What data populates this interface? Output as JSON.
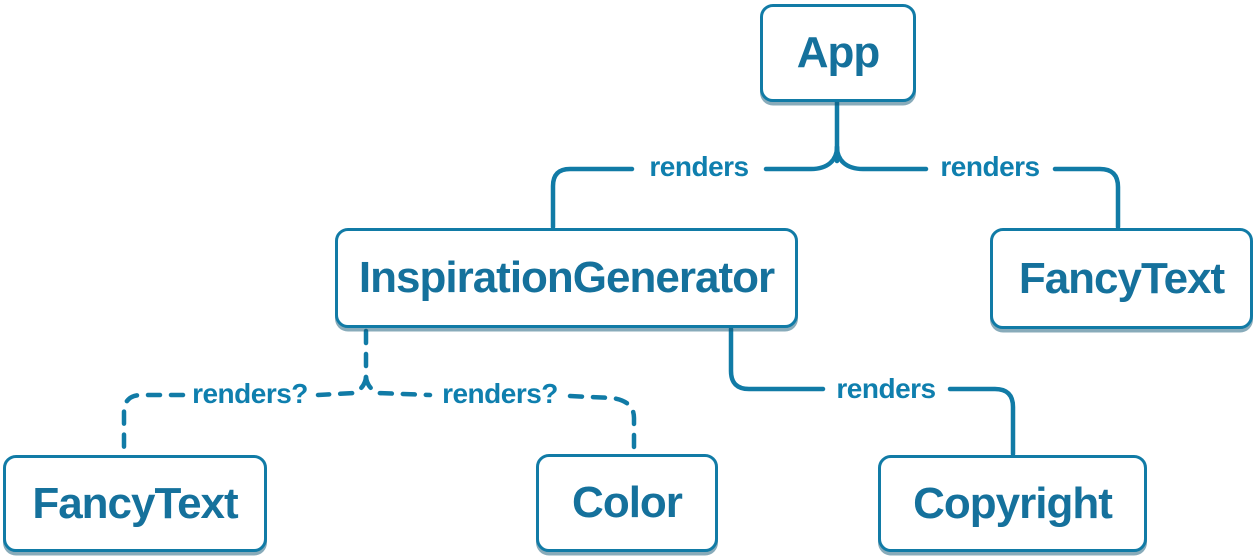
{
  "diagram_type": "component-render-tree",
  "nodes": [
    {
      "id": "app",
      "label": "App"
    },
    {
      "id": "inspiration-generator",
      "label": "InspirationGenerator"
    },
    {
      "id": "fancy-text-top",
      "label": "FancyText"
    },
    {
      "id": "fancy-text-bottom",
      "label": "FancyText"
    },
    {
      "id": "color",
      "label": "Color"
    },
    {
      "id": "copyright",
      "label": "Copyright"
    }
  ],
  "edges": [
    {
      "from": "App",
      "to": "InspirationGenerator",
      "label": "renders",
      "style": "solid"
    },
    {
      "from": "App",
      "to": "FancyText",
      "label": "renders",
      "style": "solid"
    },
    {
      "from": "InspirationGenerator",
      "to": "FancyText",
      "label": "renders?",
      "style": "dashed"
    },
    {
      "from": "InspirationGenerator",
      "to": "Color",
      "label": "renders?",
      "style": "dashed"
    },
    {
      "from": "InspirationGenerator",
      "to": "Copyright",
      "label": "renders",
      "style": "solid"
    }
  ],
  "colors": {
    "line": "#117ba6",
    "nodeBorder": "#117ba6",
    "nodeText": "#15719c",
    "labelText": "#0f7fae",
    "nodeBg": "#ffffff",
    "shadow": "rgba(17, 87, 118, 0.5)",
    "pageBg": "#ffffff"
  }
}
